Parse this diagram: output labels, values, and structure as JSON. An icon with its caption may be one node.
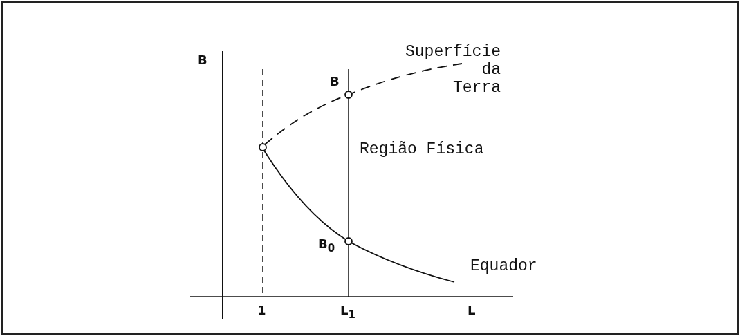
{
  "diagram": {
    "labels": [
      "B",
      "Superfície da Terra",
      "B",
      "Região Física",
      "B$_{0}$",
      "Equador",
      "1",
      "L$_{1}$",
      "L"
    ]
  }
}
